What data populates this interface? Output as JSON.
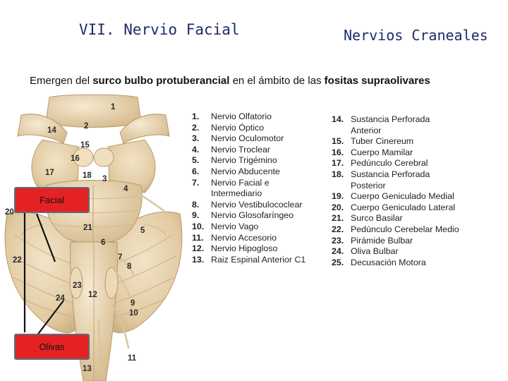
{
  "slide": {
    "title_left": "VII. Nervio Facial",
    "title_right": "Nervios Craneales",
    "intro": {
      "t1": "Emergen del ",
      "b1": "surco bulbo protuberancial",
      "t2": " en el ámbito de las ",
      "b2": "fositas supraolivares"
    }
  },
  "callouts": {
    "facial": "Facial",
    "olivas": "Olivas"
  },
  "figure_labels": [
    "1",
    "2",
    "3",
    "4",
    "5",
    "6",
    "7",
    "8",
    "9",
    "10",
    "11",
    "12",
    "13",
    "14",
    "15",
    "16",
    "17",
    "18",
    "20",
    "21",
    "22",
    "23",
    "24"
  ],
  "legend_left": [
    {
      "num": "1.",
      "text": "Nervio Olfatorio"
    },
    {
      "num": "2.",
      "text": "Nervio Óptico"
    },
    {
      "num": "3.",
      "text": "Nervio Oculomotor"
    },
    {
      "num": "4.",
      "text": "Nervio Troclear"
    },
    {
      "num": "5.",
      "text": "Nervio Trigémino"
    },
    {
      "num": "6.",
      "text": "Nervio Abducente"
    },
    {
      "num": "7.",
      "text": "Nervio Facial e"
    },
    {
      "num": "",
      "text": "Intermediario"
    },
    {
      "num": "8.",
      "text": "Nervio Vestibulococlear"
    },
    {
      "num": "9.",
      "text": "Nervio Glosofaríngeo"
    },
    {
      "num": "10.",
      "text": "Nervio Vago"
    },
    {
      "num": "11.",
      "text": "Nervio Accesorio"
    },
    {
      "num": "12.",
      "text": "Nervio Hipogloso"
    },
    {
      "num": "13.",
      "text": "Raiz Espinal Anterior C1"
    }
  ],
  "legend_right": [
    {
      "num": "14.",
      "text": "Sustancia Perforada"
    },
    {
      "num": "",
      "text": "Anterior"
    },
    {
      "num": "15.",
      "text": "Tuber Cinereum"
    },
    {
      "num": "16.",
      "text": "Cuerpo Mamilar"
    },
    {
      "num": "17.",
      "text": "Pedúnculo Cerebral"
    },
    {
      "num": "18.",
      "text": "Sustancia Perforada"
    },
    {
      "num": "",
      "text": "Posterior"
    },
    {
      "num": "19.",
      "text": "Cuerpo Geniculado Medial"
    },
    {
      "num": "20.",
      "text": "Cuerpo Geniculado Lateral"
    },
    {
      "num": "21.",
      "text": "Surco Basilar"
    },
    {
      "num": "22.",
      "text": "Pedúnculo Cerebelar Medio"
    },
    {
      "num": "23.",
      "text": "Pirámide Bulbar"
    },
    {
      "num": "24.",
      "text": "Oliva Bulbar"
    },
    {
      "num": "25.",
      "text": "Decusación Motora"
    }
  ],
  "colors": {
    "title": "#1f2a6b",
    "tissue": "#e6d3b0",
    "callout": "#e52223"
  }
}
